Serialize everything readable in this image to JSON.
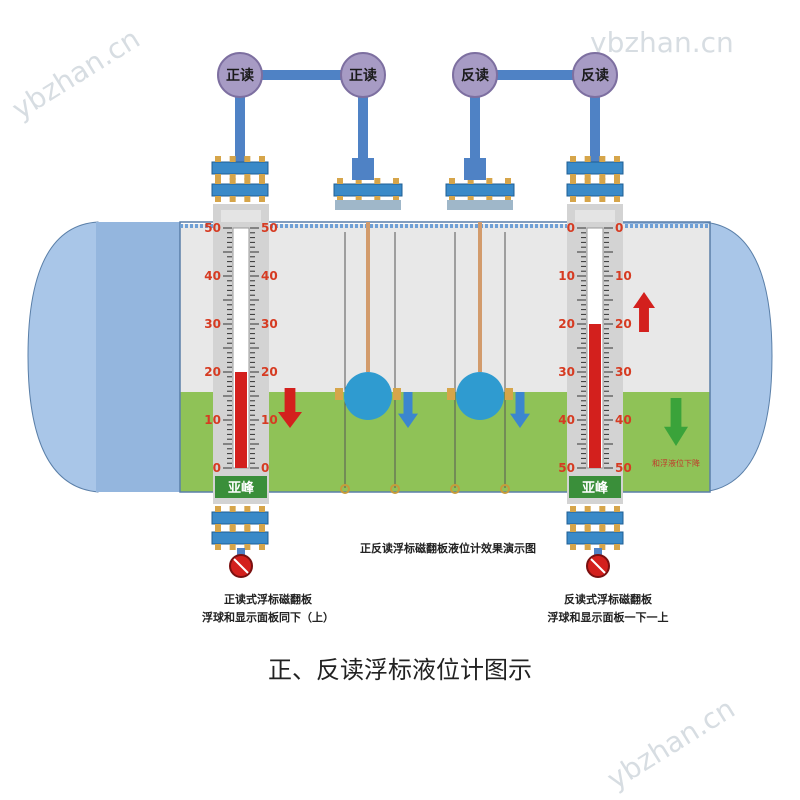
{
  "watermarks": [
    "ybzhan.cn",
    "ybzhan.cn",
    "ybzhan.cn"
  ],
  "gauges": [
    {
      "label": "正读"
    },
    {
      "label": "正读"
    },
    {
      "label": "反读"
    },
    {
      "label": "反读"
    }
  ],
  "left_scale": {
    "left_ticks": [
      "50",
      "40",
      "30",
      "20",
      "10",
      "0"
    ],
    "right_ticks": [
      "50",
      "40",
      "30",
      "20",
      "10",
      "0"
    ],
    "brand": "亚峰",
    "level_fraction": 0.4
  },
  "right_scale": {
    "left_ticks": [
      "0",
      "10",
      "20",
      "30",
      "40",
      "50"
    ],
    "right_ticks": [
      "0",
      "10",
      "20",
      "30",
      "40",
      "50"
    ],
    "brand": "亚峰",
    "level_fraction": 0.6
  },
  "colors": {
    "tank": "#a9c6e8",
    "tank_end": "#94b6de",
    "vapor": "#e8e8e8",
    "liquid": "#8fc257",
    "gauge": "#a79bc4",
    "pipe": "#4f82c5",
    "flange": "#3a8ac8",
    "float": "#2f9bd0",
    "red": "#d3201d",
    "green_arrow": "#3aa33a",
    "blue_arrow": "#3b86cf"
  },
  "captions": {
    "center": "正反读浮标磁翻板液位计效果演示图",
    "left_line1": "正读式浮标磁翻板",
    "left_line2": "浮球和显示面板同下（上）",
    "right_line1": "反读式浮标磁翻板",
    "right_line2": "浮球和显示面板一下一上",
    "main": "正、反读浮标液位计图示",
    "liquid_label": "和浮液位下降"
  }
}
